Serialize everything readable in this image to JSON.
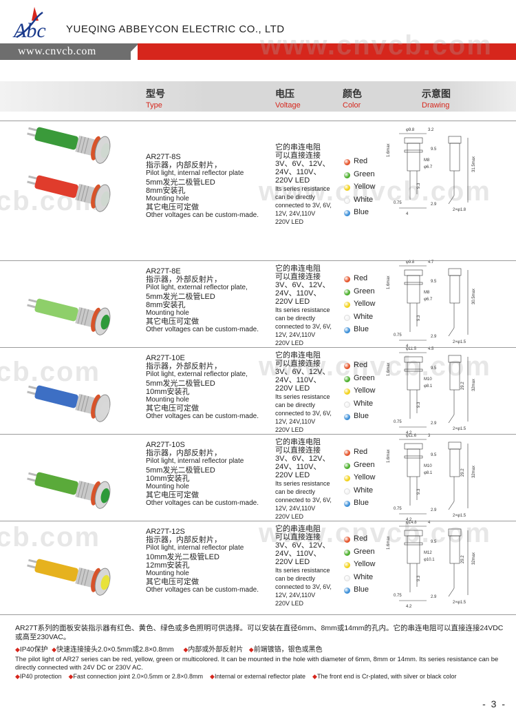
{
  "header": {
    "logo_text": "Abc",
    "company": "YUEQING ABBEYCON ELECTRIC CO., LTD",
    "url": "www.cnvcb.com",
    "watermark": "www.cnvcb.com",
    "watermark_short": "cb.com"
  },
  "columns": {
    "type_cn": "型号",
    "type_en": "Type",
    "voltage_cn": "电压",
    "voltage_en": "Voltage",
    "color_cn": "颜色",
    "color_en": "Color",
    "drawing_cn": "示意图",
    "drawing_en": "Drawing"
  },
  "common": {
    "voltage_cn_1": "它的串连电阻",
    "voltage_cn_2": "可以直接连接",
    "voltage_cn_3": "3V、6V、12V、",
    "voltage_cn_4": "24V、110V、",
    "voltage_cn_5": "220V LED",
    "voltage_en_1": "Its series resistance",
    "voltage_en_2": "can be directly",
    "voltage_en_3": "connected to 3V, 6V,",
    "voltage_en_4": "12V, 24V,110V",
    "voltage_en_5": "220V  LED",
    "mounting_en": "Mounting hole",
    "custom_cn": "其它电压可定做",
    "custom_en": "Other voltages can be custom-made.",
    "colors": [
      {
        "name": "Red",
        "hex": "#e5542a"
      },
      {
        "name": "Green",
        "hex": "#4caf2c"
      },
      {
        "name": "Yellow",
        "hex": "#f2d21b"
      },
      {
        "name": "White",
        "hex": "#f4f4f4"
      },
      {
        "name": "Blue",
        "hex": "#3c8fd8"
      }
    ]
  },
  "products": [
    {
      "model": "AR27T-8S",
      "desc_cn": "指示器，内部反射片，",
      "desc_en": "Pilot light, internal reflector plate",
      "led_cn": "5mm发光二极管LED",
      "hole_cn": "8mm安装孔",
      "voltage_en_line1": "Its series resistance",
      "dims": {
        "top": "φ9.8",
        "d2": "3.2",
        "h1": "1.6max",
        "d3": "9.5",
        "thread": "M8",
        "d4": "φ6.7",
        "len": "31.5max",
        "pin1": "9.3",
        "pin2": "2×φ1.8",
        "b1": "0.75",
        "b2": "2.9",
        "b3": "4"
      }
    },
    {
      "model": "AR27T-8E",
      "desc_cn": "指示器，外部反射片，",
      "desc_en": "Pilot light, external reflector plate,",
      "led_cn": "5mm发光二极管LED",
      "hole_cn": "8mm安装孔",
      "dims": {
        "top": "φ9.8",
        "d2": "4.7",
        "h1": "1.6max",
        "d3": "9.5",
        "thread": "M8",
        "d4": "φ6.7",
        "len": "30.5max",
        "pin1": "9.3",
        "pin2": "2×φ1.5",
        "b1": "0.75",
        "b2": "2.9",
        "b3": "4"
      }
    },
    {
      "model": "AR27T-10E",
      "desc_cn": "指示器，外部反射片，",
      "desc_en": "Pilot light, external reflector plate,",
      "led_cn": "5mm发光二极管LED",
      "hole_cn": "10mm安装孔",
      "dims": {
        "top": "φ11.5",
        "d2": "4.5",
        "h1": "1.6max",
        "d3": "9.5",
        "thread": "M10",
        "d4": "φ8.1",
        "len": "32max",
        "pin1": "9.3",
        "pin2": "2×φ1.5",
        "b1": "0.75",
        "b2": "2.9",
        "b3": "4.2",
        "mid": "29.2"
      }
    },
    {
      "model": "AR27T-10S",
      "desc_cn": "指示器，内部反射片，",
      "desc_en": "Pilot light, internal reflector plate",
      "led_cn": "5mm发光二极管LED",
      "hole_cn": "10mm安装孔",
      "dims": {
        "top": "φ11.6",
        "d2": "3",
        "h1": "1.6max",
        "d3": "9.5",
        "thread": "M10",
        "d4": "φ8.1",
        "len": "32max",
        "pin1": "9.3",
        "pin2": "2×φ1.5",
        "b1": "0.75",
        "b2": "2.9",
        "b3": "4.2",
        "mid": "29.2"
      }
    },
    {
      "model": "AR27T-12S",
      "desc_cn": "指示器，内部反射片，",
      "desc_en": "Pilot light, internal reflector plate",
      "led_cn": "10mm发光二极管LED",
      "hole_cn": "12mm安装孔",
      "dims": {
        "top": "φ14.8",
        "d2": "4",
        "h1": "1.6max",
        "d3": "9.5",
        "thread": "M12",
        "d4": "φ10.1",
        "len": "32max",
        "pin1": "9.3",
        "pin2": "2×φ1.5",
        "b1": "0.75",
        "b2": "2.9",
        "b3": "4.2",
        "mid": "29.2"
      }
    }
  ],
  "footer": {
    "cn_para": "AR27T系列的面板安装指示器有红色、黄色、绿色或多色照明可供选择。可以安装在直径6mm、8mm或14mm的孔内。它的串连电阻可以直接连接24VDC或高至230VAC。",
    "cn_feat_1": "IP40保护",
    "cn_feat_2": "快速连接接头2.0×0.5mm或2.8×0.8mm",
    "cn_feat_3": "内部或外部反射片",
    "cn_feat_4": "前端镀铬，银色或黑色",
    "en_para": "The pilot light of AR27 series can be red, yellow, green or multicolored. It can be mounted in the hole with diameter of 6mm, 8mm or 14mm. Its series resistance can be directly connected with 24V DC or 230V AC.",
    "en_feat_1": "IP40 protection",
    "en_feat_2": "Fast connection joint 2.0×0.5mm or 2.8×0.8mm",
    "en_feat_3": "Internal or external reflector plate",
    "en_feat_4": "The front end is Cr-plated, with silver or black color",
    "page": "- 3 -"
  }
}
